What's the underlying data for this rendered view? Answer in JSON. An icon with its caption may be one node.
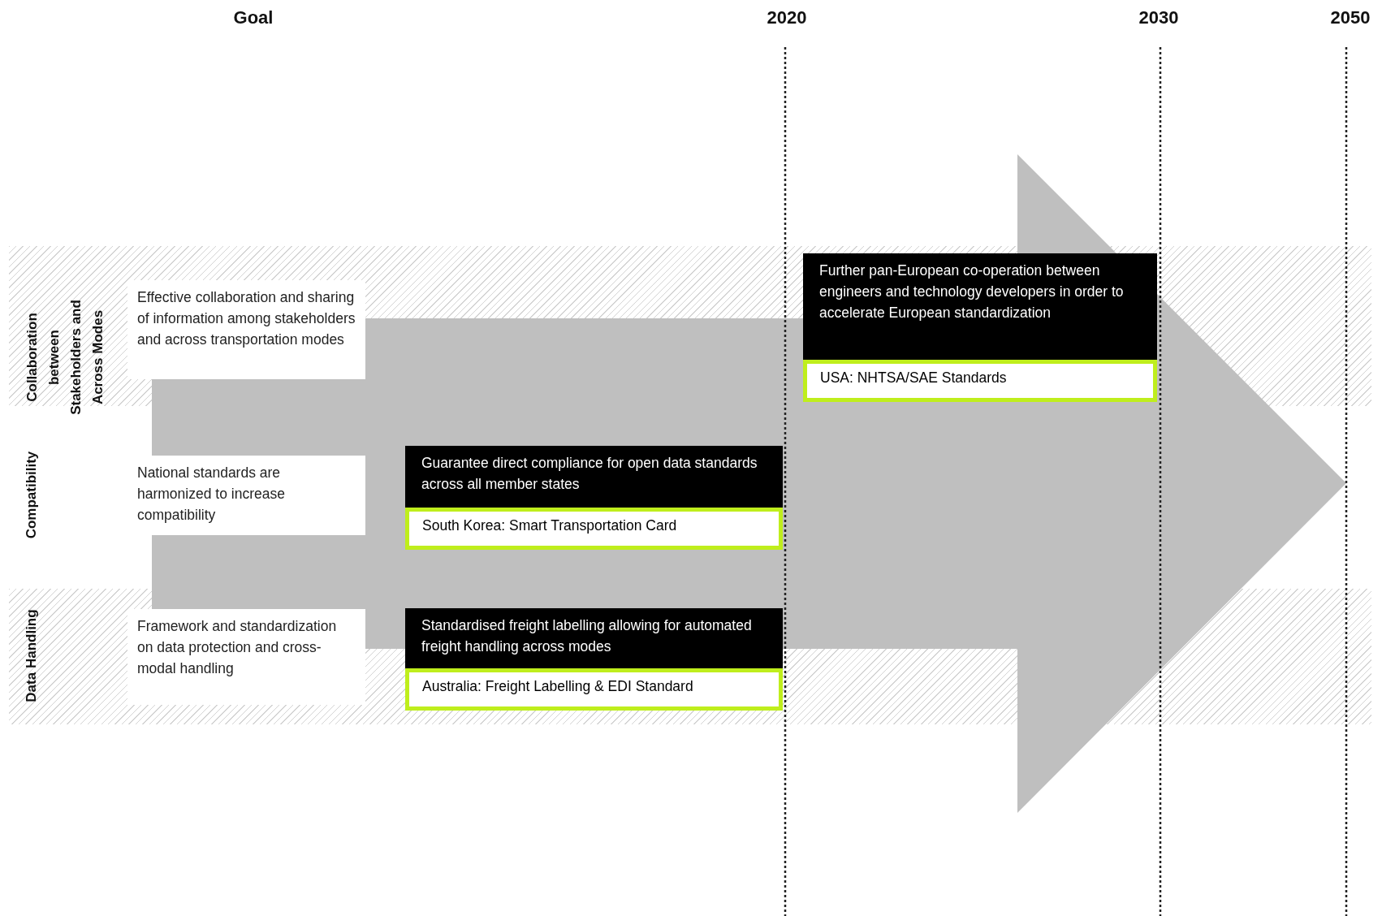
{
  "diagram": {
    "nodes": [
      {
        "text": [
          "Effective collaboration and sharing of information among stakeholders and across transportation modes"
        ]
      },
      {
        "text": [
          "Further pan-European  co-operation between engineers and technology developers in order to accelerate European standardization"
        ]
      },
      {
        "text": [
          "USA: NHTSA/SAE Standards"
        ]
      },
      {
        "text": [
          "National standards are harmonized to increase compatibility"
        ]
      },
      {
        "text": [
          "Guarantee direct compliance for open data standards across all member states"
        ]
      },
      {
        "text": [
          "South Korea: Smart Transportation Card"
        ]
      },
      {
        "text": [
          "Framework and standardization on data protection and cross-modal handling"
        ]
      },
      {
        "text": [
          "Standardised freight labelling allowing for automated freight handling across modes"
        ]
      },
      {
        "text": [
          "Australia: Freight Labelling & EDI Standard"
        ]
      }
    ],
    "labels": [
      "Goal",
      "2020",
      "2030",
      "2050",
      "Collaboration between Stakeholders and Across Modes",
      "Compatibility",
      "Data Handling"
    ]
  }
}
